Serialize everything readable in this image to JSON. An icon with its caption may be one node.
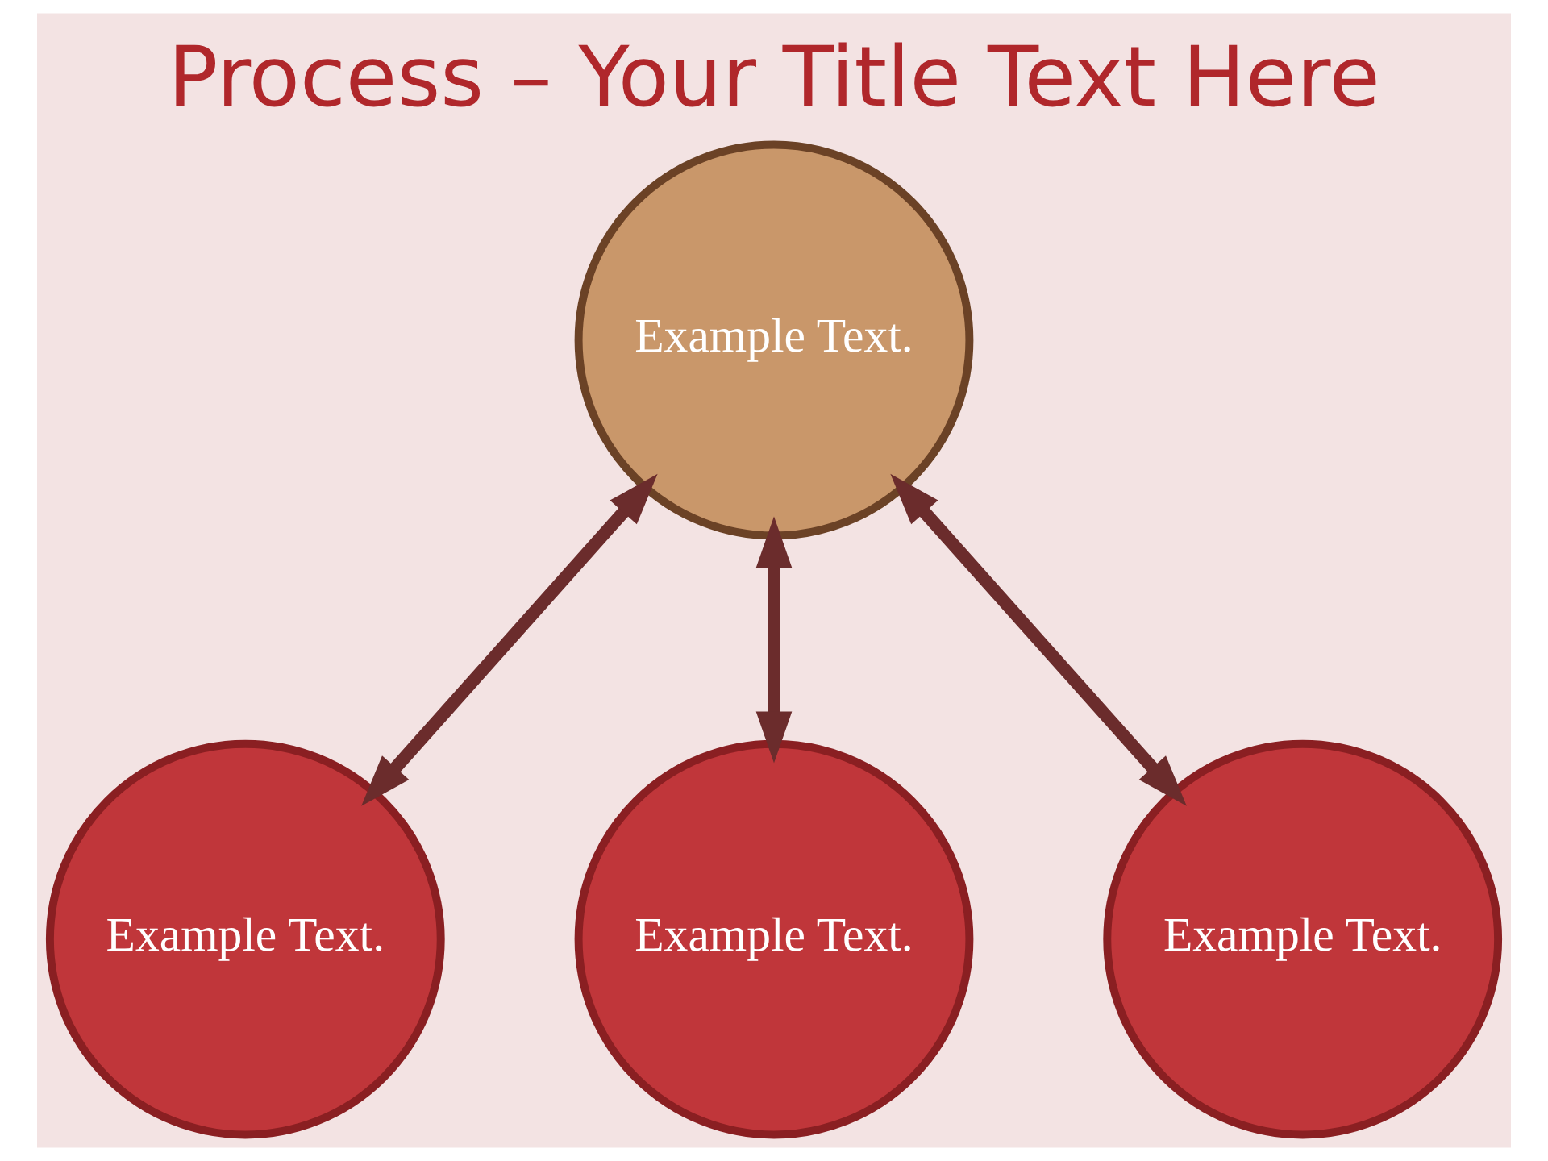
{
  "diagram": {
    "title": "Process – Your Title Text Here",
    "nodes": [
      {
        "text": [
          "Example Text."
        ]
      },
      {
        "text": [
          "Example Text."
        ]
      },
      {
        "text": [
          "Example Text."
        ]
      },
      {
        "text": [
          "Example Text."
        ]
      }
    ],
    "edges": [
      {
        "from": 0,
        "to": 1,
        "arrow": "both"
      },
      {
        "from": 0,
        "to": 2,
        "arrow": "both"
      },
      {
        "from": 0,
        "to": 3,
        "arrow": "both"
      }
    ]
  }
}
